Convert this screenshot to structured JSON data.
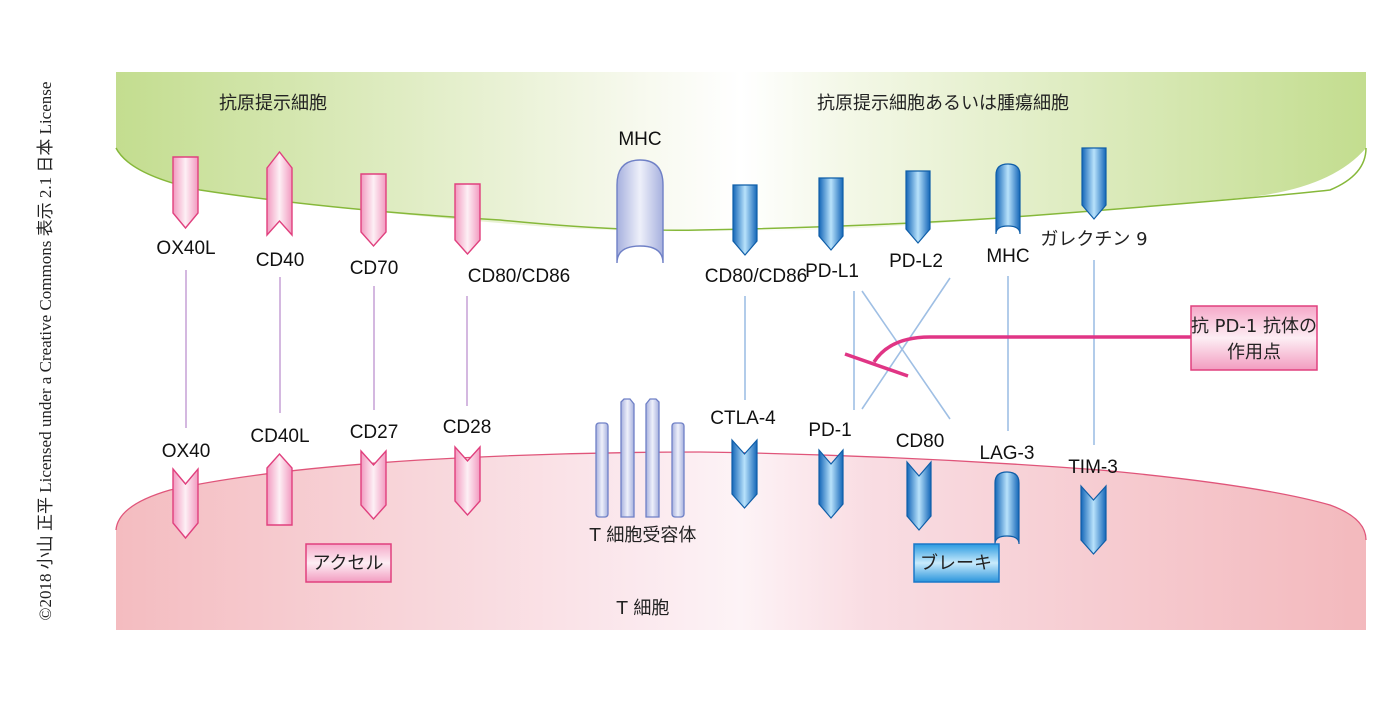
{
  "credit": "©2018 小山 正平 Licensed under a Creative Commons 表示 2.1 日本 License",
  "regions": {
    "apc_left_label": "抗原提示細胞",
    "apc_right_label": "抗原提示細胞あるいは腫瘍細胞",
    "tcell_label": "T 細胞",
    "tcr_label": "T 細胞受容体"
  },
  "colors": {
    "stimulatory": "#e0407e",
    "inhibitory": "#1a78c8",
    "mhc": "#8f9dd4",
    "apc_membrane": "#a9cf63",
    "tcell_membrane": "#f2b8be",
    "antibody_line": "#e03585"
  },
  "stimulatory_pairs": [
    {
      "ligand": "OX40L",
      "receptor": "OX40"
    },
    {
      "ligand": "CD40",
      "receptor": "CD40L"
    },
    {
      "ligand": "CD70",
      "receptor": "CD27"
    },
    {
      "ligand": "CD80/CD86",
      "receptor": "CD28"
    }
  ],
  "mhc_center_label": "MHC",
  "inhibitory_pairs": [
    {
      "ligand": "CD80/CD86",
      "receptor": "CTLA-4"
    },
    {
      "ligand": "PD-L1",
      "receptor": "PD-1"
    },
    {
      "ligand": "PD-L2",
      "receptor": "CD80"
    },
    {
      "ligand": "MHC",
      "receptor": "LAG-3"
    },
    {
      "ligand": "ガレクチン 9",
      "receptor": "TIM-3"
    }
  ],
  "cross_interactions": [
    {
      "from": "PD-L1",
      "to": "CD80"
    },
    {
      "from": "PD-L2",
      "to": "PD-1"
    }
  ],
  "badges": {
    "accelerator": "アクセル",
    "brake": "ブレーキ",
    "antibody_line1": "抗 PD-1 抗体の",
    "antibody_line2": "作用点"
  }
}
